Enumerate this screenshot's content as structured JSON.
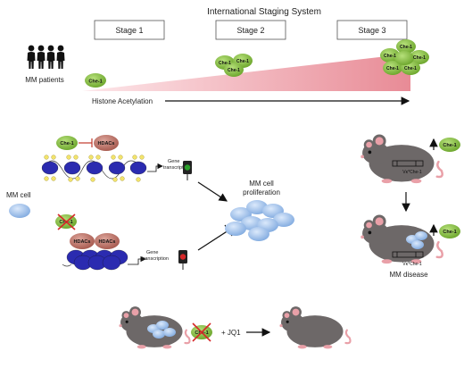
{
  "header": {
    "title": "International Staging System",
    "stages": [
      "Stage 1",
      "Stage 2",
      "Stage 3"
    ],
    "patients_label": "MM patients",
    "acetylation_label": "Histone Acetylation"
  },
  "labels": {
    "che1": "Che-1",
    "hdacs": "HDACs",
    "gene_transcription": "Gene transcription",
    "mm_cell": "MM cell",
    "proliferation": "MM cell proliferation",
    "transgene": "Vκ*Che-1",
    "mm_disease": "MM disease",
    "jq1": "+ JQ1"
  },
  "colors": {
    "che1_green": "#8cc63f",
    "hdac_red": "#c07a6e",
    "triangle_pink": "#e88b96",
    "histone_blue": "#2b2bb0",
    "cell_blue": "#9ec3ee",
    "mouse_grey": "#6d6868",
    "traffic_green": "#2ca02c",
    "traffic_red": "#d62728"
  },
  "icons": [
    "person-icon",
    "mouse-icon",
    "traffic-light-icon",
    "arrow-up-icon",
    "cross-icon"
  ]
}
